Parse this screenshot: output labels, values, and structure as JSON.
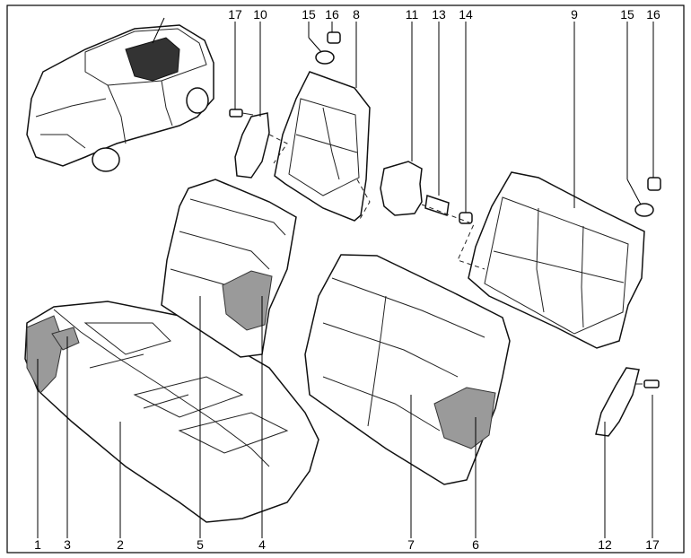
{
  "callouts": [
    {
      "id": "1",
      "label": "1"
    },
    {
      "id": "3",
      "label": "3"
    },
    {
      "id": "2",
      "label": "2"
    },
    {
      "id": "5",
      "label": "5"
    },
    {
      "id": "4",
      "label": "4"
    },
    {
      "id": "7",
      "label": "7"
    },
    {
      "id": "6",
      "label": "6"
    },
    {
      "id": "12",
      "label": "12"
    },
    {
      "id": "17b",
      "label": "17"
    },
    {
      "id": "17a",
      "label": "17"
    },
    {
      "id": "10",
      "label": "10"
    },
    {
      "id": "15a",
      "label": "15"
    },
    {
      "id": "16a",
      "label": "16"
    },
    {
      "id": "8",
      "label": "8"
    },
    {
      "id": "11",
      "label": "11"
    },
    {
      "id": "13",
      "label": "13"
    },
    {
      "id": "14",
      "label": "14"
    },
    {
      "id": "9",
      "label": "9"
    },
    {
      "id": "15b",
      "label": "15"
    },
    {
      "id": "16b",
      "label": "16"
    }
  ]
}
